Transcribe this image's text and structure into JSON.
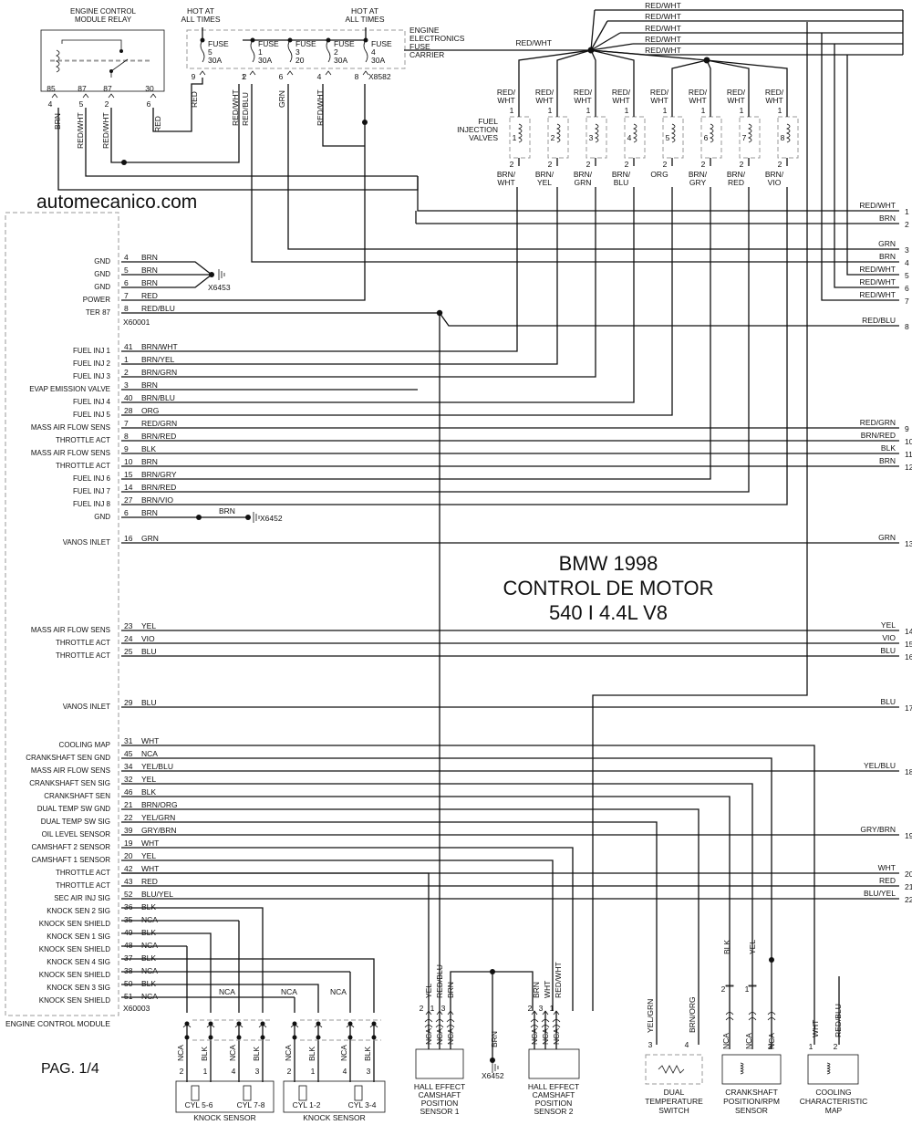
{
  "website": "automecanico.com",
  "title_lines": [
    "BMW 1998",
    "CONTROL DE MOTOR",
    "540 I 4.4L V8"
  ],
  "page_label": "PAG. 1/4",
  "relay": {
    "title_lines": [
      "ENGINE CONTROL",
      "MODULE RELAY"
    ],
    "terminals": [
      "85",
      "87",
      "87",
      "30"
    ],
    "pins": [
      "4",
      "5",
      "2",
      "6"
    ],
    "wires": [
      "BRN",
      "RED/WHT",
      "RED/WHT",
      "RED"
    ]
  },
  "hot_labels": {
    "left": [
      "HOT AT",
      "ALL TIMES"
    ],
    "right": [
      "HOT AT",
      "ALL TIMES"
    ]
  },
  "fuse_carrier": {
    "title_lines": [
      "ENGINE",
      "ELECTRONICS",
      "FUSE",
      "CARRIER"
    ],
    "fuses": [
      {
        "label": "FUSE",
        "num": "5",
        "amp": "30A",
        "pin_top": "9",
        "wire": "RED"
      },
      {
        "label": "FUSE",
        "num": "1",
        "amp": "30A",
        "pin_top": "1",
        "wire": "RED/WHT"
      },
      {
        "label": "FUSE",
        "num": "3",
        "amp": "20",
        "pin_top": "6",
        "wire": "GRN"
      },
      {
        "label": "FUSE",
        "num": "2",
        "amp": "30A",
        "pin_top": "4",
        "wire": "RED/WHT"
      },
      {
        "label": "FUSE",
        "num": "4",
        "amp": "30A",
        "pin_top": "8",
        "wire": ""
      }
    ],
    "extra_pin": "2",
    "extra_wire": "RED/BLU",
    "connector": "X8582"
  },
  "injectors": {
    "title_lines": [
      "FUEL",
      "INJECTION",
      "VALVES"
    ],
    "top_wire_lines": [
      "RED/",
      "WHT"
    ],
    "pin_top": "1",
    "pin_bottom": "2",
    "items": [
      {
        "num": "1",
        "bottom_lines": [
          "BRN/",
          "WHT"
        ]
      },
      {
        "num": "2",
        "bottom_lines": [
          "BRN/",
          "YEL"
        ]
      },
      {
        "num": "3",
        "bottom_lines": [
          "BRN/",
          "GRN"
        ]
      },
      {
        "num": "4",
        "bottom_lines": [
          "BRN/",
          "BLU"
        ]
      },
      {
        "num": "5",
        "bottom_lines": [
          "ORG",
          ""
        ]
      },
      {
        "num": "6",
        "bottom_lines": [
          "BRN/",
          "GRY"
        ]
      },
      {
        "num": "7",
        "bottom_lines": [
          "BRN/",
          "RED"
        ]
      },
      {
        "num": "8",
        "bottom_lines": [
          "BRN/",
          "VIO"
        ]
      }
    ],
    "feed_label": "RED/WHT",
    "bus_labels": [
      "RED/WHT",
      "RED/WHT",
      "RED/WHT",
      "RED/WHT",
      "RED/WHT"
    ]
  },
  "ecm": {
    "label": "ENGINE CONTROL MODULE",
    "connector_a": "X60001",
    "connector_b": "X60003",
    "pins": [
      {
        "name": "GND",
        "pin": "4",
        "wire": "BRN"
      },
      {
        "name": "GND",
        "pin": "5",
        "wire": "BRN"
      },
      {
        "name": "GND",
        "pin": "6",
        "wire": "BRN"
      },
      {
        "name": "POWER",
        "pin": "7",
        "wire": "RED"
      },
      {
        "name": "TER 87",
        "pin": "8",
        "wire": "RED/BLU"
      },
      {
        "name": "FUEL INJ 1",
        "pin": "41",
        "wire": "BRN/WHT"
      },
      {
        "name": "FUEL INJ 2",
        "pin": "1",
        "wire": "BRN/YEL"
      },
      {
        "name": "FUEL INJ 3",
        "pin": "2",
        "wire": "BRN/GRN"
      },
      {
        "name": "EVAP EMISSION VALVE",
        "pin": "3",
        "wire": "BRN"
      },
      {
        "name": "FUEL INJ 4",
        "pin": "40",
        "wire": "BRN/BLU"
      },
      {
        "name": "FUEL INJ 5",
        "pin": "28",
        "wire": "ORG"
      },
      {
        "name": "MASS AIR FLOW SENS",
        "pin": "7",
        "wire": "RED/GRN"
      },
      {
        "name": "THROTTLE ACT",
        "pin": "8",
        "wire": "BRN/RED"
      },
      {
        "name": "MASS AIR FLOW SENS",
        "pin": "9",
        "wire": "BLK"
      },
      {
        "name": "THROTTLE ACT",
        "pin": "10",
        "wire": "BRN"
      },
      {
        "name": "FUEL INJ 6",
        "pin": "15",
        "wire": "BRN/GRY"
      },
      {
        "name": "FUEL INJ 7",
        "pin": "14",
        "wire": "BRN/RED"
      },
      {
        "name": "FUEL INJ 8",
        "pin": "27",
        "wire": "BRN/VIO"
      },
      {
        "name": "GND",
        "pin": "6",
        "wire": "BRN"
      },
      {
        "name": "VANOS INLET",
        "pin": "16",
        "wire": "GRN"
      },
      {
        "name": "MASS AIR FLOW SENS",
        "pin": "23",
        "wire": "YEL"
      },
      {
        "name": "THROTTLE ACT",
        "pin": "24",
        "wire": "VIO"
      },
      {
        "name": "THROTTLE ACT",
        "pin": "25",
        "wire": "BLU"
      },
      {
        "name": "VANOS INLET",
        "pin": "29",
        "wire": "BLU"
      },
      {
        "name": "COOLING MAP",
        "pin": "31",
        "wire": "WHT"
      },
      {
        "name": "CRANKSHAFT SEN GND",
        "pin": "45",
        "wire": "NCA"
      },
      {
        "name": "MASS AIR FLOW SENS",
        "pin": "34",
        "wire": "YEL/BLU"
      },
      {
        "name": "CRANKSHAFT SEN SIG",
        "pin": "32",
        "wire": "YEL"
      },
      {
        "name": "CRANKSHAFT SEN",
        "pin": "46",
        "wire": "BLK"
      },
      {
        "name": "DUAL TEMP SW GND",
        "pin": "21",
        "wire": "BRN/ORG"
      },
      {
        "name": "DUAL TEMP SW SIG",
        "pin": "22",
        "wire": "YEL/GRN"
      },
      {
        "name": "OIL LEVEL SENSOR",
        "pin": "39",
        "wire": "GRY/BRN"
      },
      {
        "name": "CAMSHAFT 2 SENSOR",
        "pin": "19",
        "wire": "WHT"
      },
      {
        "name": "CAMSHAFT 1 SENSOR",
        "pin": "20",
        "wire": "YEL"
      },
      {
        "name": "THROTTLE ACT",
        "pin": "42",
        "wire": "WHT"
      },
      {
        "name": "THROTTLE ACT",
        "pin": "43",
        "wire": "RED"
      },
      {
        "name": "SEC AIR INJ SIG",
        "pin": "52",
        "wire": "BLU/YEL"
      },
      {
        "name": "KNOCK SEN 2 SIG",
        "pin": "36",
        "wire": "BLK"
      },
      {
        "name": "KNOCK SEN SHIELD",
        "pin": "35",
        "wire": "NCA"
      },
      {
        "name": "KNOCK SEN 1 SIG",
        "pin": "49",
        "wire": "BLK"
      },
      {
        "name": "KNOCK SEN SHIELD",
        "pin": "48",
        "wire": "NCA"
      },
      {
        "name": "KNOCK SEN 4 SIG",
        "pin": "37",
        "wire": "BLK"
      },
      {
        "name": "KNOCK SEN SHIELD",
        "pin": "38",
        "wire": "NCA"
      },
      {
        "name": "KNOCK SEN 3 SIG",
        "pin": "50",
        "wire": "BLK"
      },
      {
        "name": "KNOCK SEN SHIELD",
        "pin": "51",
        "wire": "NCA"
      }
    ]
  },
  "grounds": {
    "g1": "X6453",
    "g2": "X6452",
    "g2_wire": "BRN",
    "g3": "X6452",
    "g3_wire": "BRN"
  },
  "exits": [
    {
      "num": "1",
      "wire": "RED/WHT"
    },
    {
      "num": "2",
      "wire": "BRN"
    },
    {
      "num": "3",
      "wire": "GRN"
    },
    {
      "num": "4",
      "wire": "BRN"
    },
    {
      "num": "5",
      "wire": "RED/WHT"
    },
    {
      "num": "6",
      "wire": "RED/WHT"
    },
    {
      "num": "7",
      "wire": "RED/WHT"
    },
    {
      "num": "8",
      "wire": "RED/BLU"
    },
    {
      "num": "9",
      "wire": "RED/GRN"
    },
    {
      "num": "10",
      "wire": "BRN/RED"
    },
    {
      "num": "11",
      "wire": "BLK"
    },
    {
      "num": "12",
      "wire": "BRN"
    },
    {
      "num": "13",
      "wire": "GRN"
    },
    {
      "num": "14",
      "wire": "YEL"
    },
    {
      "num": "15",
      "wire": "VIO"
    },
    {
      "num": "16",
      "wire": "BLU"
    },
    {
      "num": "17",
      "wire": "BLU"
    },
    {
      "num": "18",
      "wire": "YEL/BLU"
    },
    {
      "num": "19",
      "wire": "GRY/BRN"
    },
    {
      "num": "20",
      "wire": "WHT"
    },
    {
      "num": "21",
      "wire": "RED"
    },
    {
      "num": "22",
      "wire": "BLU/YEL"
    }
  ],
  "knock_sensors": [
    {
      "label": "KNOCK SENSOR",
      "cyl_a": "CYL 5-6",
      "cyl_b": "CYL 7-8",
      "pins": [
        "2",
        "1",
        "4",
        "3"
      ],
      "wires": [
        "NCA",
        "BLK",
        "NCA",
        "BLK"
      ]
    },
    {
      "label": "KNOCK SENSOR",
      "cyl_a": "CYL 1-2",
      "cyl_b": "CYL 3-4",
      "pins": [
        "2",
        "1",
        "4",
        "3"
      ],
      "wires": [
        "NCA",
        "BLK",
        "NCA",
        "BLK"
      ]
    }
  ],
  "knock_nca": [
    "NCA",
    "NCA",
    "NCA"
  ],
  "cam1": {
    "title_lines": [
      "HALL EFFECT",
      "CAMSHAFT",
      "POSITION",
      "SENSOR 1"
    ],
    "pins": [
      "2",
      "1",
      "3"
    ],
    "wires": [
      "YEL",
      "RED/BLU",
      "BRN"
    ],
    "bottom": [
      "NCA",
      "NCA",
      "NCA"
    ]
  },
  "cam2": {
    "title_lines": [
      "HALL EFFECT",
      "CAMSHAFT",
      "POSITION",
      "SENSOR 2"
    ],
    "pins": [
      "2",
      "3",
      "1"
    ],
    "wires": [
      "BRN",
      "WHT",
      "RED/WHT"
    ],
    "bottom": [
      "NCA",
      "NCA",
      "NCA"
    ]
  },
  "dual_temp": {
    "title_lines": [
      "DUAL",
      "TEMPERATURE",
      "SWITCH"
    ],
    "pins": [
      "3",
      "4"
    ],
    "wires": [
      "YEL/GRN",
      "BRN/ORG"
    ]
  },
  "crank": {
    "title_lines": [
      "CRANKSHAFT",
      "POSITION/RPM",
      "SENSOR"
    ],
    "pins": [
      "2",
      "1",
      "3"
    ],
    "top_wires": [
      "BLK",
      "YEL"
    ],
    "bottom": [
      "NCA",
      "NCA",
      "NCA"
    ]
  },
  "cooling": {
    "title_lines": [
      "COOLING",
      "CHARACTERISTIC",
      "MAP"
    ],
    "pins": [
      "1",
      "2"
    ],
    "wires": [
      "WHT",
      "RED/BLU"
    ]
  }
}
